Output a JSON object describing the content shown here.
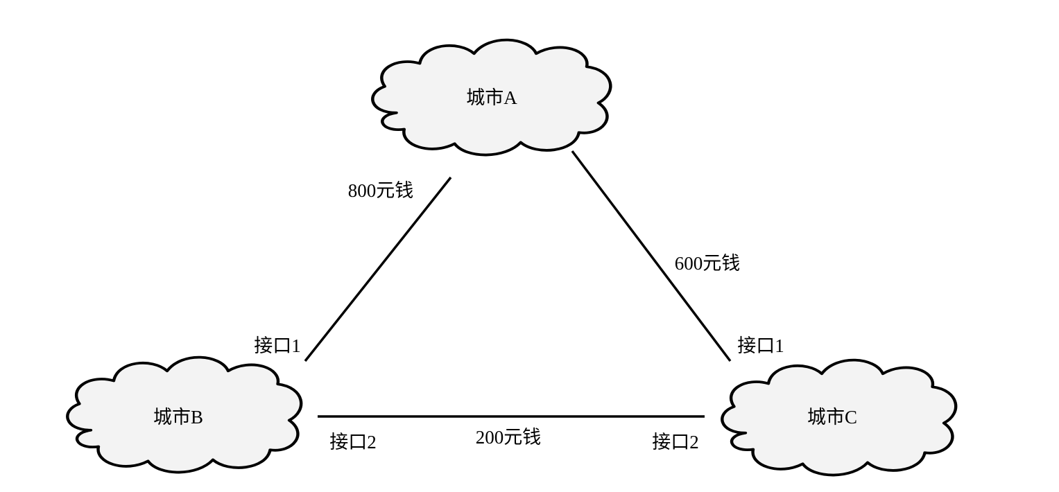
{
  "cities": {
    "a": {
      "name": "城市A"
    },
    "b": {
      "name": "城市B"
    },
    "c": {
      "name": "城市C"
    }
  },
  "links": {
    "a_b": {
      "cost": "800元钱"
    },
    "a_c": {
      "cost": "600元钱"
    },
    "b_c": {
      "cost": "200元钱"
    }
  },
  "interfaces": {
    "b_if1": "接口1",
    "b_if2": "接口2",
    "c_if1": "接口1",
    "c_if2": "接口2"
  },
  "colors": {
    "cloud_fill": "#f3f3f3",
    "stroke": "#000000",
    "background": "#ffffff"
  }
}
